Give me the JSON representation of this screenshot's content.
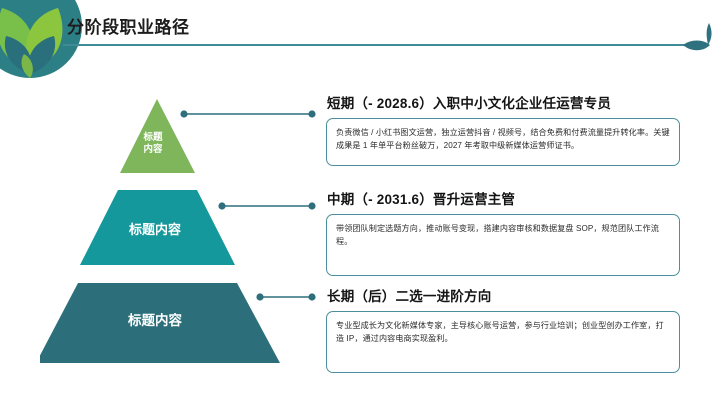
{
  "header": {
    "title": "分阶段职业路径",
    "logo_icon": "leaf-circle-logo",
    "rule_end_icon": "leaf-accent-icon",
    "rule_color": "#3f8b98"
  },
  "pyramid": {
    "name": "career-path-pyramid",
    "tiers": [
      {
        "id": "top",
        "shape": "triangle",
        "label": "标题\n内容",
        "color": "#7FB65C"
      },
      {
        "id": "middle",
        "shape": "trapezoid",
        "label": "标题内容",
        "color": "#15989B"
      },
      {
        "id": "bottom",
        "shape": "trapezoid",
        "label": "标题内容",
        "color": "#2C6F7B"
      }
    ]
  },
  "connectors": {
    "color": "#2f6f7d",
    "count": 3
  },
  "stages": [
    {
      "id": "short-term",
      "heading": "短期（- 2028.6）入职中小文化企业任运营专员",
      "body": "负责微信 / 小红书图文运营，独立运营抖音 / 视频号，结合免费和付费流量提升转化率。关键成果是 1 年单平台粉丝破万，2027 年考取中级新媒体运营师证书。"
    },
    {
      "id": "mid-term",
      "heading": "中期（- 2031.6）晋升运营主管",
      "body": "带领团队制定选题方向，推动账号变现，搭建内容审核和数据复盘 SOP，规范团队工作流程。"
    },
    {
      "id": "long-term",
      "heading": "长期（后）二选一进阶方向",
      "body": "专业型成长为文化新媒体专家，主导核心账号运营，参与行业培训；创业型创办工作室，打造 IP，通过内容电商实现盈利。"
    }
  ]
}
